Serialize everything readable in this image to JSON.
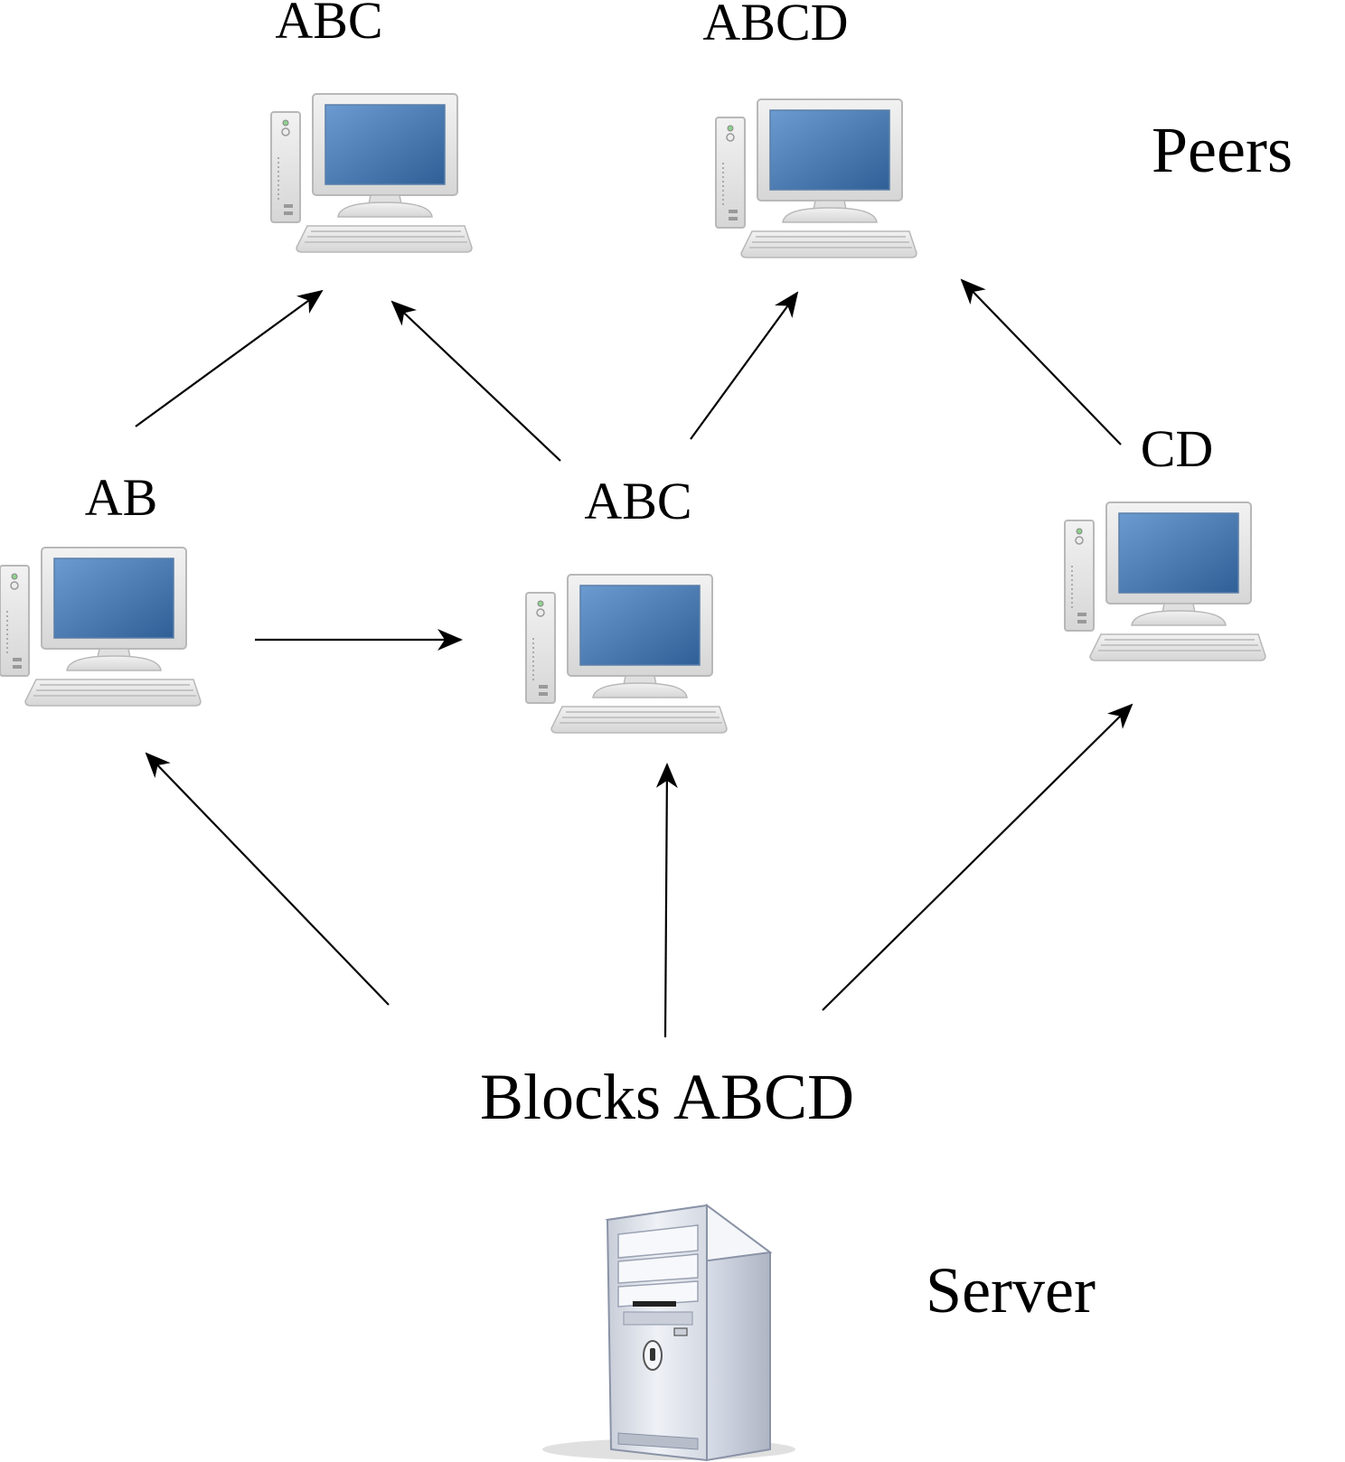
{
  "labels": {
    "peers": "Peers",
    "server": "Server",
    "blocks": "Blocks ABCD"
  },
  "peers": [
    {
      "id": "top-left",
      "blocks": "ABC"
    },
    {
      "id": "top-right",
      "blocks": "ABCD"
    },
    {
      "id": "mid-left",
      "blocks": "AB"
    },
    {
      "id": "mid-center",
      "blocks": "ABC"
    },
    {
      "id": "mid-right",
      "blocks": "CD"
    }
  ],
  "edges": [
    {
      "from": "server",
      "to": "mid-left"
    },
    {
      "from": "server",
      "to": "mid-center"
    },
    {
      "from": "server",
      "to": "mid-right"
    },
    {
      "from": "mid-left",
      "to": "mid-center"
    },
    {
      "from": "mid-left",
      "to": "top-left"
    },
    {
      "from": "mid-center",
      "to": "top-left"
    },
    {
      "from": "mid-center",
      "to": "top-right"
    },
    {
      "from": "mid-right",
      "to": "top-right"
    }
  ],
  "colors": {
    "screen": "#3a6ea5",
    "monitor_frame": "#dcdcdc",
    "server_body": "#e4e8f0"
  }
}
